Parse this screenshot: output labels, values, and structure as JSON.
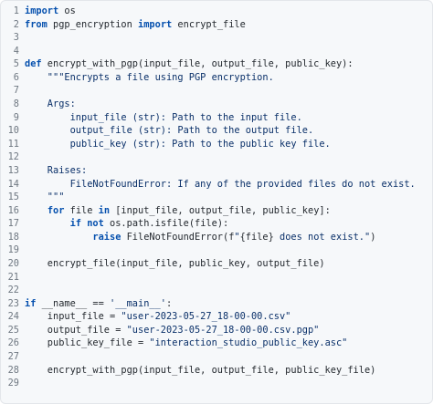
{
  "editor": {
    "lines": [
      {
        "n": "1",
        "tokens": [
          {
            "t": "import",
            "c": "kw"
          },
          {
            "t": " os"
          }
        ]
      },
      {
        "n": "2",
        "tokens": [
          {
            "t": "from",
            "c": "kw"
          },
          {
            "t": " pgp_encryption "
          },
          {
            "t": "import",
            "c": "kw"
          },
          {
            "t": " encrypt_file"
          }
        ]
      },
      {
        "n": "3",
        "tokens": []
      },
      {
        "n": "4",
        "tokens": []
      },
      {
        "n": "5",
        "tokens": [
          {
            "t": "def",
            "c": "kw"
          },
          {
            "t": " encrypt_with_pgp(input_file, output_file, public_key):"
          }
        ]
      },
      {
        "n": "6",
        "tokens": [
          {
            "t": "    \"\"\"Encrypts a file using PGP encryption.",
            "c": "str"
          }
        ]
      },
      {
        "n": "7",
        "tokens": []
      },
      {
        "n": "8",
        "tokens": [
          {
            "t": "    Args:",
            "c": "str"
          }
        ]
      },
      {
        "n": "9",
        "tokens": [
          {
            "t": "        input_file (str): Path to the input file.",
            "c": "str"
          }
        ]
      },
      {
        "n": "10",
        "tokens": [
          {
            "t": "        output_file (str): Path to the output file.",
            "c": "str"
          }
        ]
      },
      {
        "n": "11",
        "tokens": [
          {
            "t": "        public_key (str): Path to the public key file.",
            "c": "str"
          }
        ]
      },
      {
        "n": "12",
        "tokens": []
      },
      {
        "n": "13",
        "tokens": [
          {
            "t": "    Raises:",
            "c": "str"
          }
        ]
      },
      {
        "n": "14",
        "tokens": [
          {
            "t": "        FileNotFoundError: If any of the provided files do not exist.",
            "c": "str"
          }
        ]
      },
      {
        "n": "15",
        "tokens": [
          {
            "t": "    \"\"\"",
            "c": "str"
          }
        ]
      },
      {
        "n": "16",
        "tokens": [
          {
            "t": "    "
          },
          {
            "t": "for",
            "c": "kw"
          },
          {
            "t": " file "
          },
          {
            "t": "in",
            "c": "kw"
          },
          {
            "t": " [input_file, output_file, public_key]:"
          }
        ]
      },
      {
        "n": "17",
        "tokens": [
          {
            "t": "        "
          },
          {
            "t": "if",
            "c": "kw"
          },
          {
            "t": " "
          },
          {
            "t": "not",
            "c": "kw"
          },
          {
            "t": " os.path.isfile(file):"
          }
        ]
      },
      {
        "n": "18",
        "tokens": [
          {
            "t": "            "
          },
          {
            "t": "raise",
            "c": "kw"
          },
          {
            "t": " FileNotFoundError(f"
          },
          {
            "t": "\"",
            "c": "str"
          },
          {
            "t": "{file}"
          },
          {
            "t": " does not exist.\"",
            "c": "str"
          },
          {
            "t": ")"
          }
        ]
      },
      {
        "n": "19",
        "tokens": []
      },
      {
        "n": "20",
        "tokens": [
          {
            "t": "    encrypt_file(input_file, public_key, output_file)"
          }
        ]
      },
      {
        "n": "21",
        "tokens": []
      },
      {
        "n": "22",
        "tokens": []
      },
      {
        "n": "23",
        "tokens": [
          {
            "t": "if",
            "c": "kw"
          },
          {
            "t": " __name__ == "
          },
          {
            "t": "'__main__'",
            "c": "str"
          },
          {
            "t": ":"
          }
        ]
      },
      {
        "n": "24",
        "tokens": [
          {
            "t": "    input_file = "
          },
          {
            "t": "\"user-2023-05-27_18-00-00.csv\"",
            "c": "str"
          }
        ]
      },
      {
        "n": "25",
        "tokens": [
          {
            "t": "    output_file = "
          },
          {
            "t": "\"user-2023-05-27_18-00-00.csv.pgp\"",
            "c": "str"
          }
        ]
      },
      {
        "n": "26",
        "tokens": [
          {
            "t": "    public_key_file = "
          },
          {
            "t": "\"interaction_studio_public_key.asc\"",
            "c": "str"
          }
        ]
      },
      {
        "n": "27",
        "tokens": []
      },
      {
        "n": "28",
        "tokens": [
          {
            "t": "    encrypt_with_pgp(input_file, output_file, public_key_file)"
          }
        ]
      },
      {
        "n": "29",
        "tokens": []
      }
    ]
  }
}
